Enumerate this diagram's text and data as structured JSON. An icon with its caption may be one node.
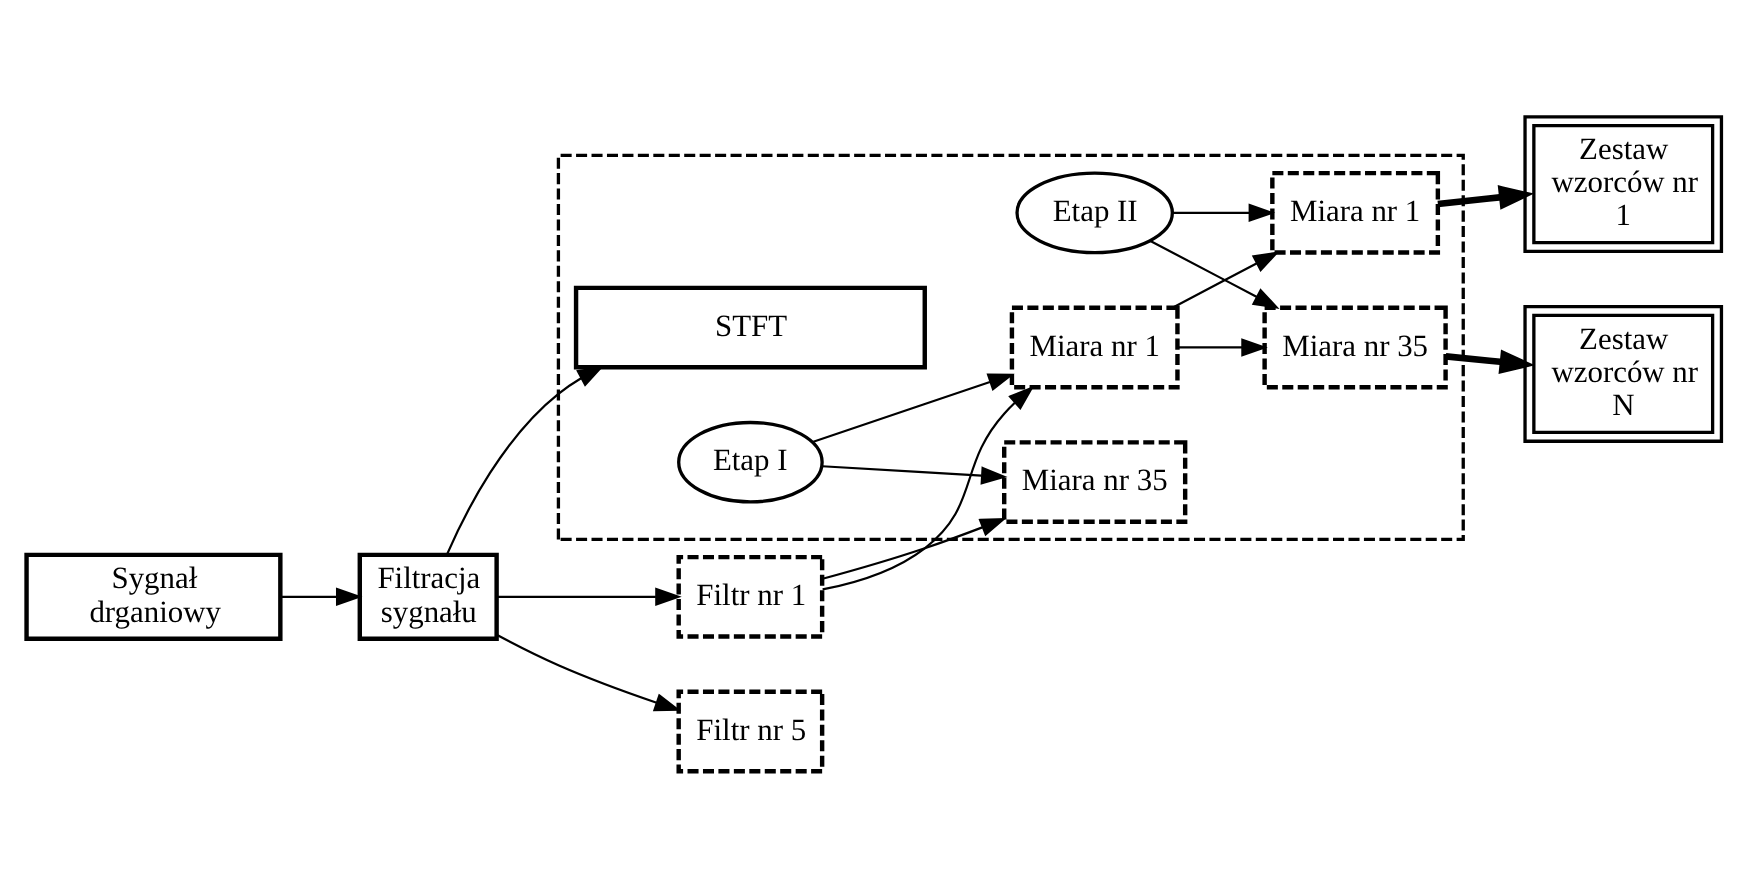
{
  "diagram": {
    "nodes": [
      {
        "text": [
          "Sygnał drganiowy"
        ]
      },
      {
        "text": [
          "Filtracja sygnału"
        ]
      },
      {
        "text": [],
        "shape": "box"
      },
      {
        "text": [
          "STFT"
        ],
        "in": 2
      },
      {
        "text": [
          "Etap I"
        ],
        "in": 2
      },
      {
        "text": [
          "Etap II"
        ],
        "in": 2
      },
      {
        "text": [
          "Filtr nr 1"
        ]
      },
      {
        "text": [
          "Filtr nr 5"
        ]
      },
      {
        "text": [
          "Miara nr 1"
        ],
        "in": 2
      },
      {
        "text": [
          "Miara nr 35"
        ],
        "in": 2
      },
      {
        "text": [
          "Miara nr 1"
        ],
        "in": 2
      },
      {
        "text": [
          "Miara nr 35"
        ],
        "in": 2
      },
      {
        "text": [
          "Zestaw wzorców nr 1"
        ]
      },
      {
        "text": [
          "Zestaw wzorców nr N"
        ]
      }
    ],
    "edges": [
      {
        "from": 0,
        "to": 1,
        "arrow": "to"
      },
      {
        "from": 1,
        "to": 3,
        "arrow": "to"
      },
      {
        "from": 1,
        "to": 6,
        "arrow": "to"
      },
      {
        "from": 1,
        "to": 7,
        "arrow": "to"
      },
      {
        "from": 4,
        "to": 8,
        "arrow": "to"
      },
      {
        "from": 4,
        "to": 9,
        "arrow": "to"
      },
      {
        "from": 5,
        "to": 10,
        "arrow": "to"
      },
      {
        "from": 5,
        "to": 11,
        "arrow": "to"
      },
      {
        "from": 6,
        "to": 8,
        "arrow": "to"
      },
      {
        "from": 6,
        "to": 9,
        "arrow": "to"
      },
      {
        "from": 8,
        "to": 10,
        "arrow": "to"
      },
      {
        "from": 8,
        "to": 11,
        "arrow": "to"
      },
      {
        "from": 10,
        "to": 12,
        "arrow": "to",
        "style": "thick"
      },
      {
        "from": 11,
        "to": 13,
        "arrow": "to",
        "style": "thick"
      }
    ]
  }
}
